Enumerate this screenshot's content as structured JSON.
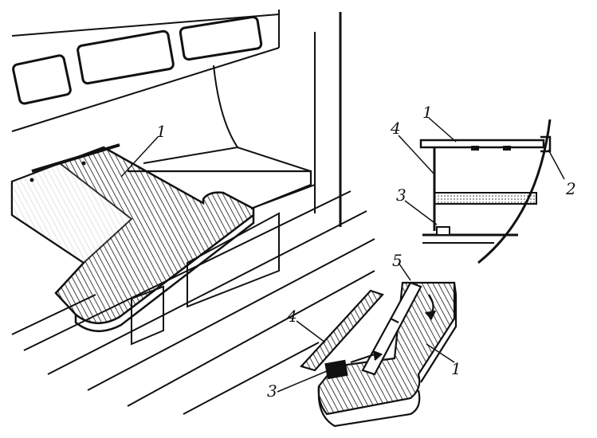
{
  "labels": {
    "l1_main": "1",
    "l1_section": "1",
    "l4_section": "4",
    "l2_section": "2",
    "l3_section": "3",
    "l5_parts": "5",
    "l4_parts": "4",
    "l3_parts": "3",
    "l1_parts": "1"
  },
  "colors": {
    "ink": "#111111",
    "paper": "#ffffff",
    "fill_sand": "#d9d9d9"
  }
}
